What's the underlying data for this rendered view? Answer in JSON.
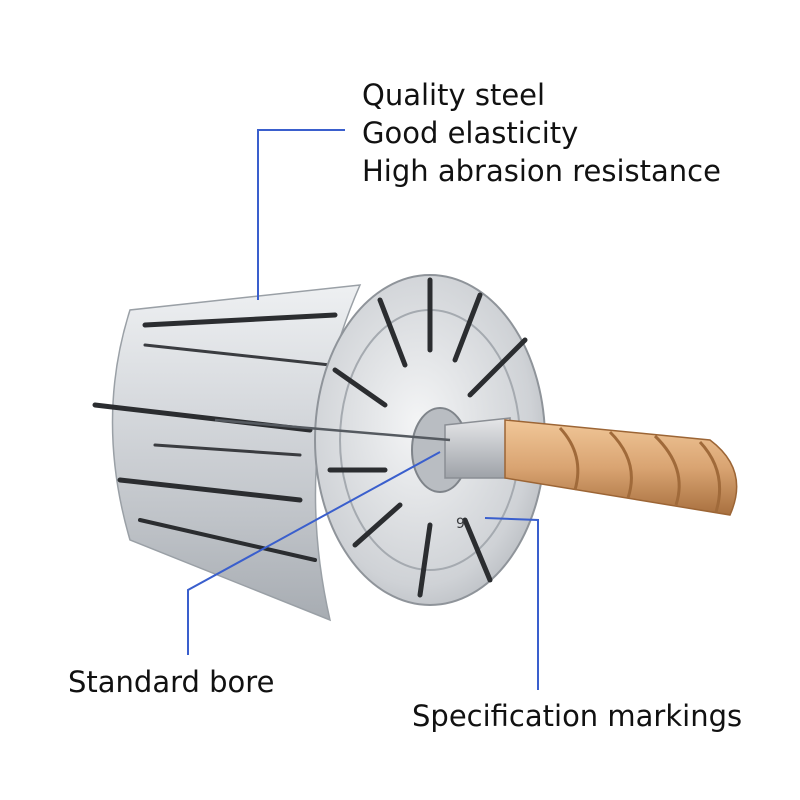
{
  "callouts": {
    "features": [
      "Quality steel",
      "Good elasticity",
      "High abrasion resistance"
    ],
    "bore": "Standard bore",
    "markings": "Specification markings"
  },
  "product": {
    "size_marking": "9"
  },
  "colors": {
    "leader_line": "#3a5fcd",
    "collet_steel": "#cfd2d6",
    "tool_coating": "#d9a472",
    "text": "#111111"
  }
}
